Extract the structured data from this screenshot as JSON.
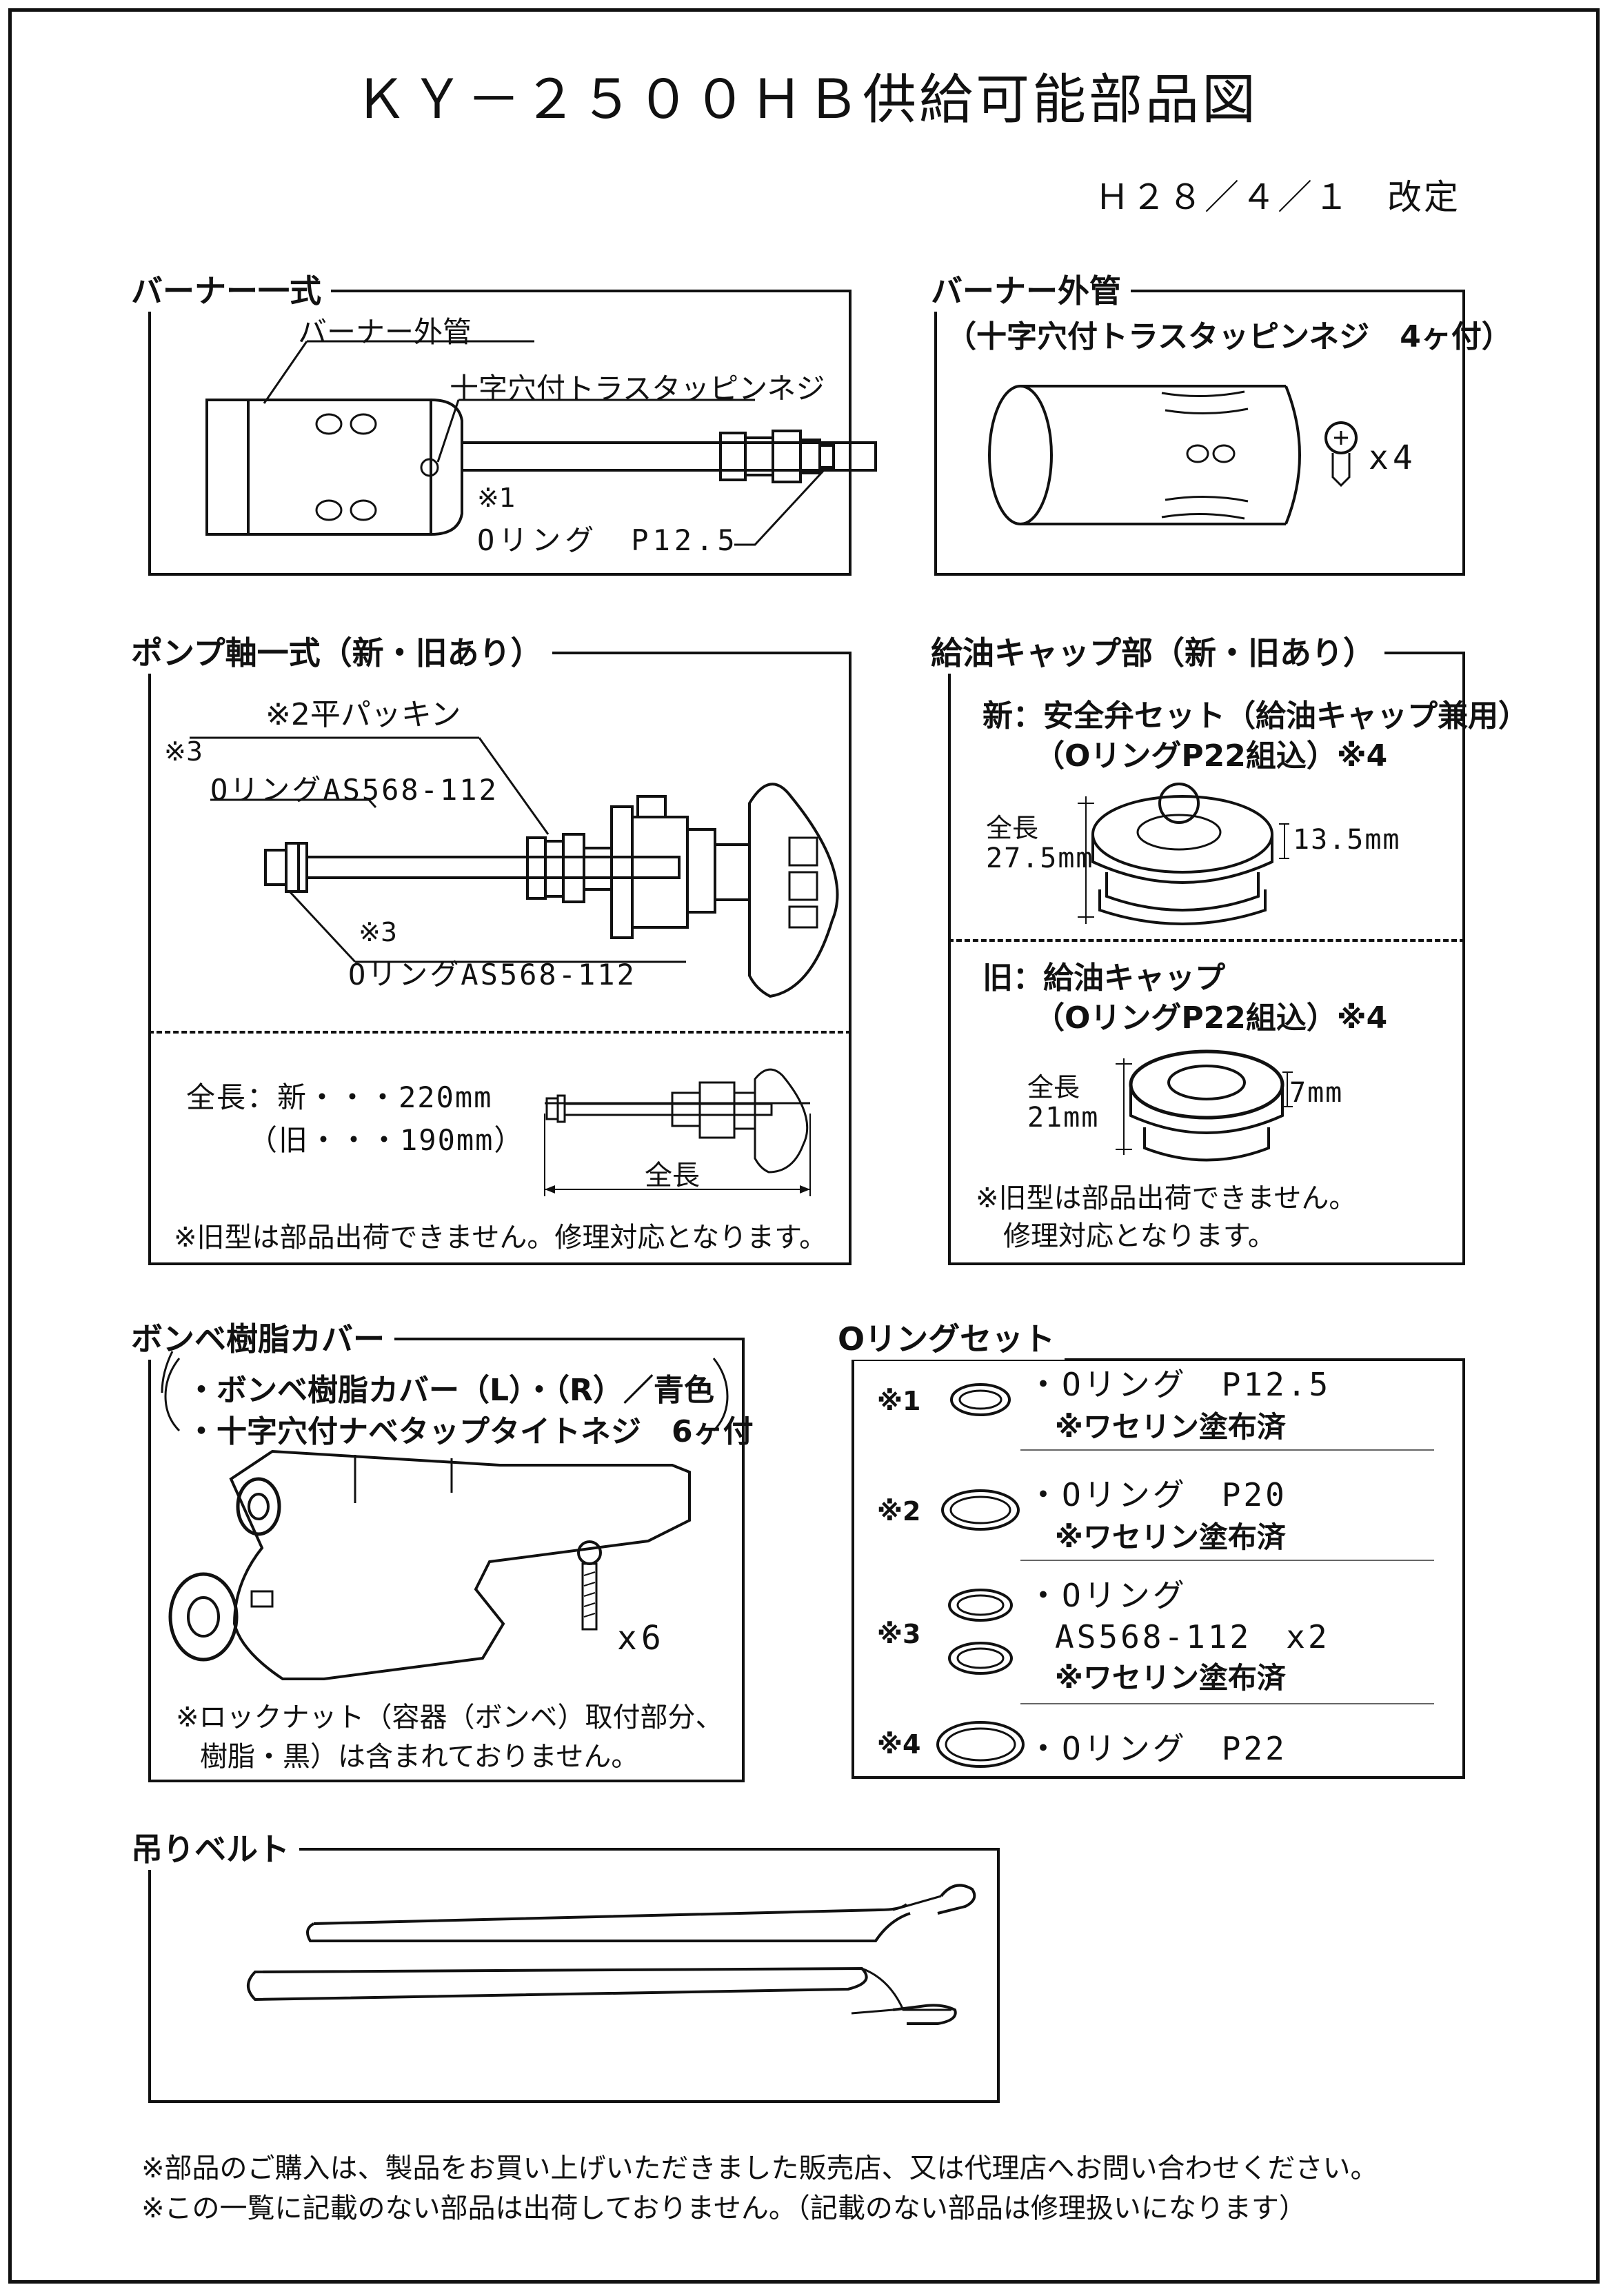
{
  "title": "ＫＹ－２５００ＨＢ供給可能部品図",
  "revision": "Ｈ２８／４／１　改定",
  "burner_set": {
    "heading": "バーナー一式",
    "label_outer_tube": "バーナー外管",
    "label_screw": "十字穴付トラスタッピンネジ",
    "label_note_mark": "※1",
    "label_oring": "Oリング　P12.5"
  },
  "burner_outer": {
    "heading": "バーナー外管",
    "subtitle": "（十字穴付トラスタッピンネジ　4ヶ付）",
    "qty": "x4"
  },
  "pump_shaft": {
    "heading": "ポンプ軸一式（新・旧あり）",
    "label_packing": "※2平パッキン",
    "label_mark3_top": "※3",
    "label_oring_top": "OリングAS568-112",
    "label_mark3_bottom": "※3",
    "label_oring_bottom": "OリングAS568-112",
    "length_new": "全長：新・・・220mm",
    "length_old": "（旧・・・190mm）",
    "dim_label": "全長",
    "note": "※旧型は部品出荷できません。修理対応となります。"
  },
  "oil_cap": {
    "heading": "給油キャップ部（新・旧あり）",
    "new_title": "新：安全弁セット（給油キャップ兼用）",
    "new_subtitle": "（OリングP22組込）※4",
    "new_len_label": "全長",
    "new_len_value": "27.5mm",
    "new_height": "13.5mm",
    "old_title": "旧：給油キャップ",
    "old_subtitle": "（OリングP22組込）※4",
    "old_len_label": "全長",
    "old_len_value": "21mm",
    "old_height": "7mm",
    "note_line1": "※旧型は部品出荷できません。",
    "note_line2": "修理対応となります。"
  },
  "cylinder_cover": {
    "heading": "ボンベ樹脂カバー",
    "line1": "・ボンベ樹脂カバー（L）・（R）／青色",
    "line2": "・十字穴付ナベタップタイトネジ　6ヶ付",
    "qty": "x6",
    "note_line1": "※ロックナット（容器（ボンベ）取付部分、",
    "note_line2": "樹脂・黒）は含まれておりません。"
  },
  "oring_set": {
    "heading": "Oリングセット",
    "rows": [
      {
        "mark": "※1",
        "name": "・Oリング　P12.5",
        "note": "※ワセリン塗布済"
      },
      {
        "mark": "※2",
        "name": "・Oリング　P20",
        "note": "※ワセリン塗布済"
      },
      {
        "mark": "※3",
        "name": "・Oリング",
        "name2": "AS568-112　x2",
        "note": "※ワセリン塗布済"
      },
      {
        "mark": "※4",
        "name": "・Oリング　P22",
        "note": ""
      }
    ]
  },
  "belt": {
    "heading": "吊りベルト"
  },
  "footer": {
    "line1": "※部品のご購入は、製品をお買い上げいただきました販売店、又は代理店へお問い合わせください。",
    "line2": "※この一覧に記載のない部品は出荷しておりません。（記載のない部品は修理扱いになります）"
  }
}
